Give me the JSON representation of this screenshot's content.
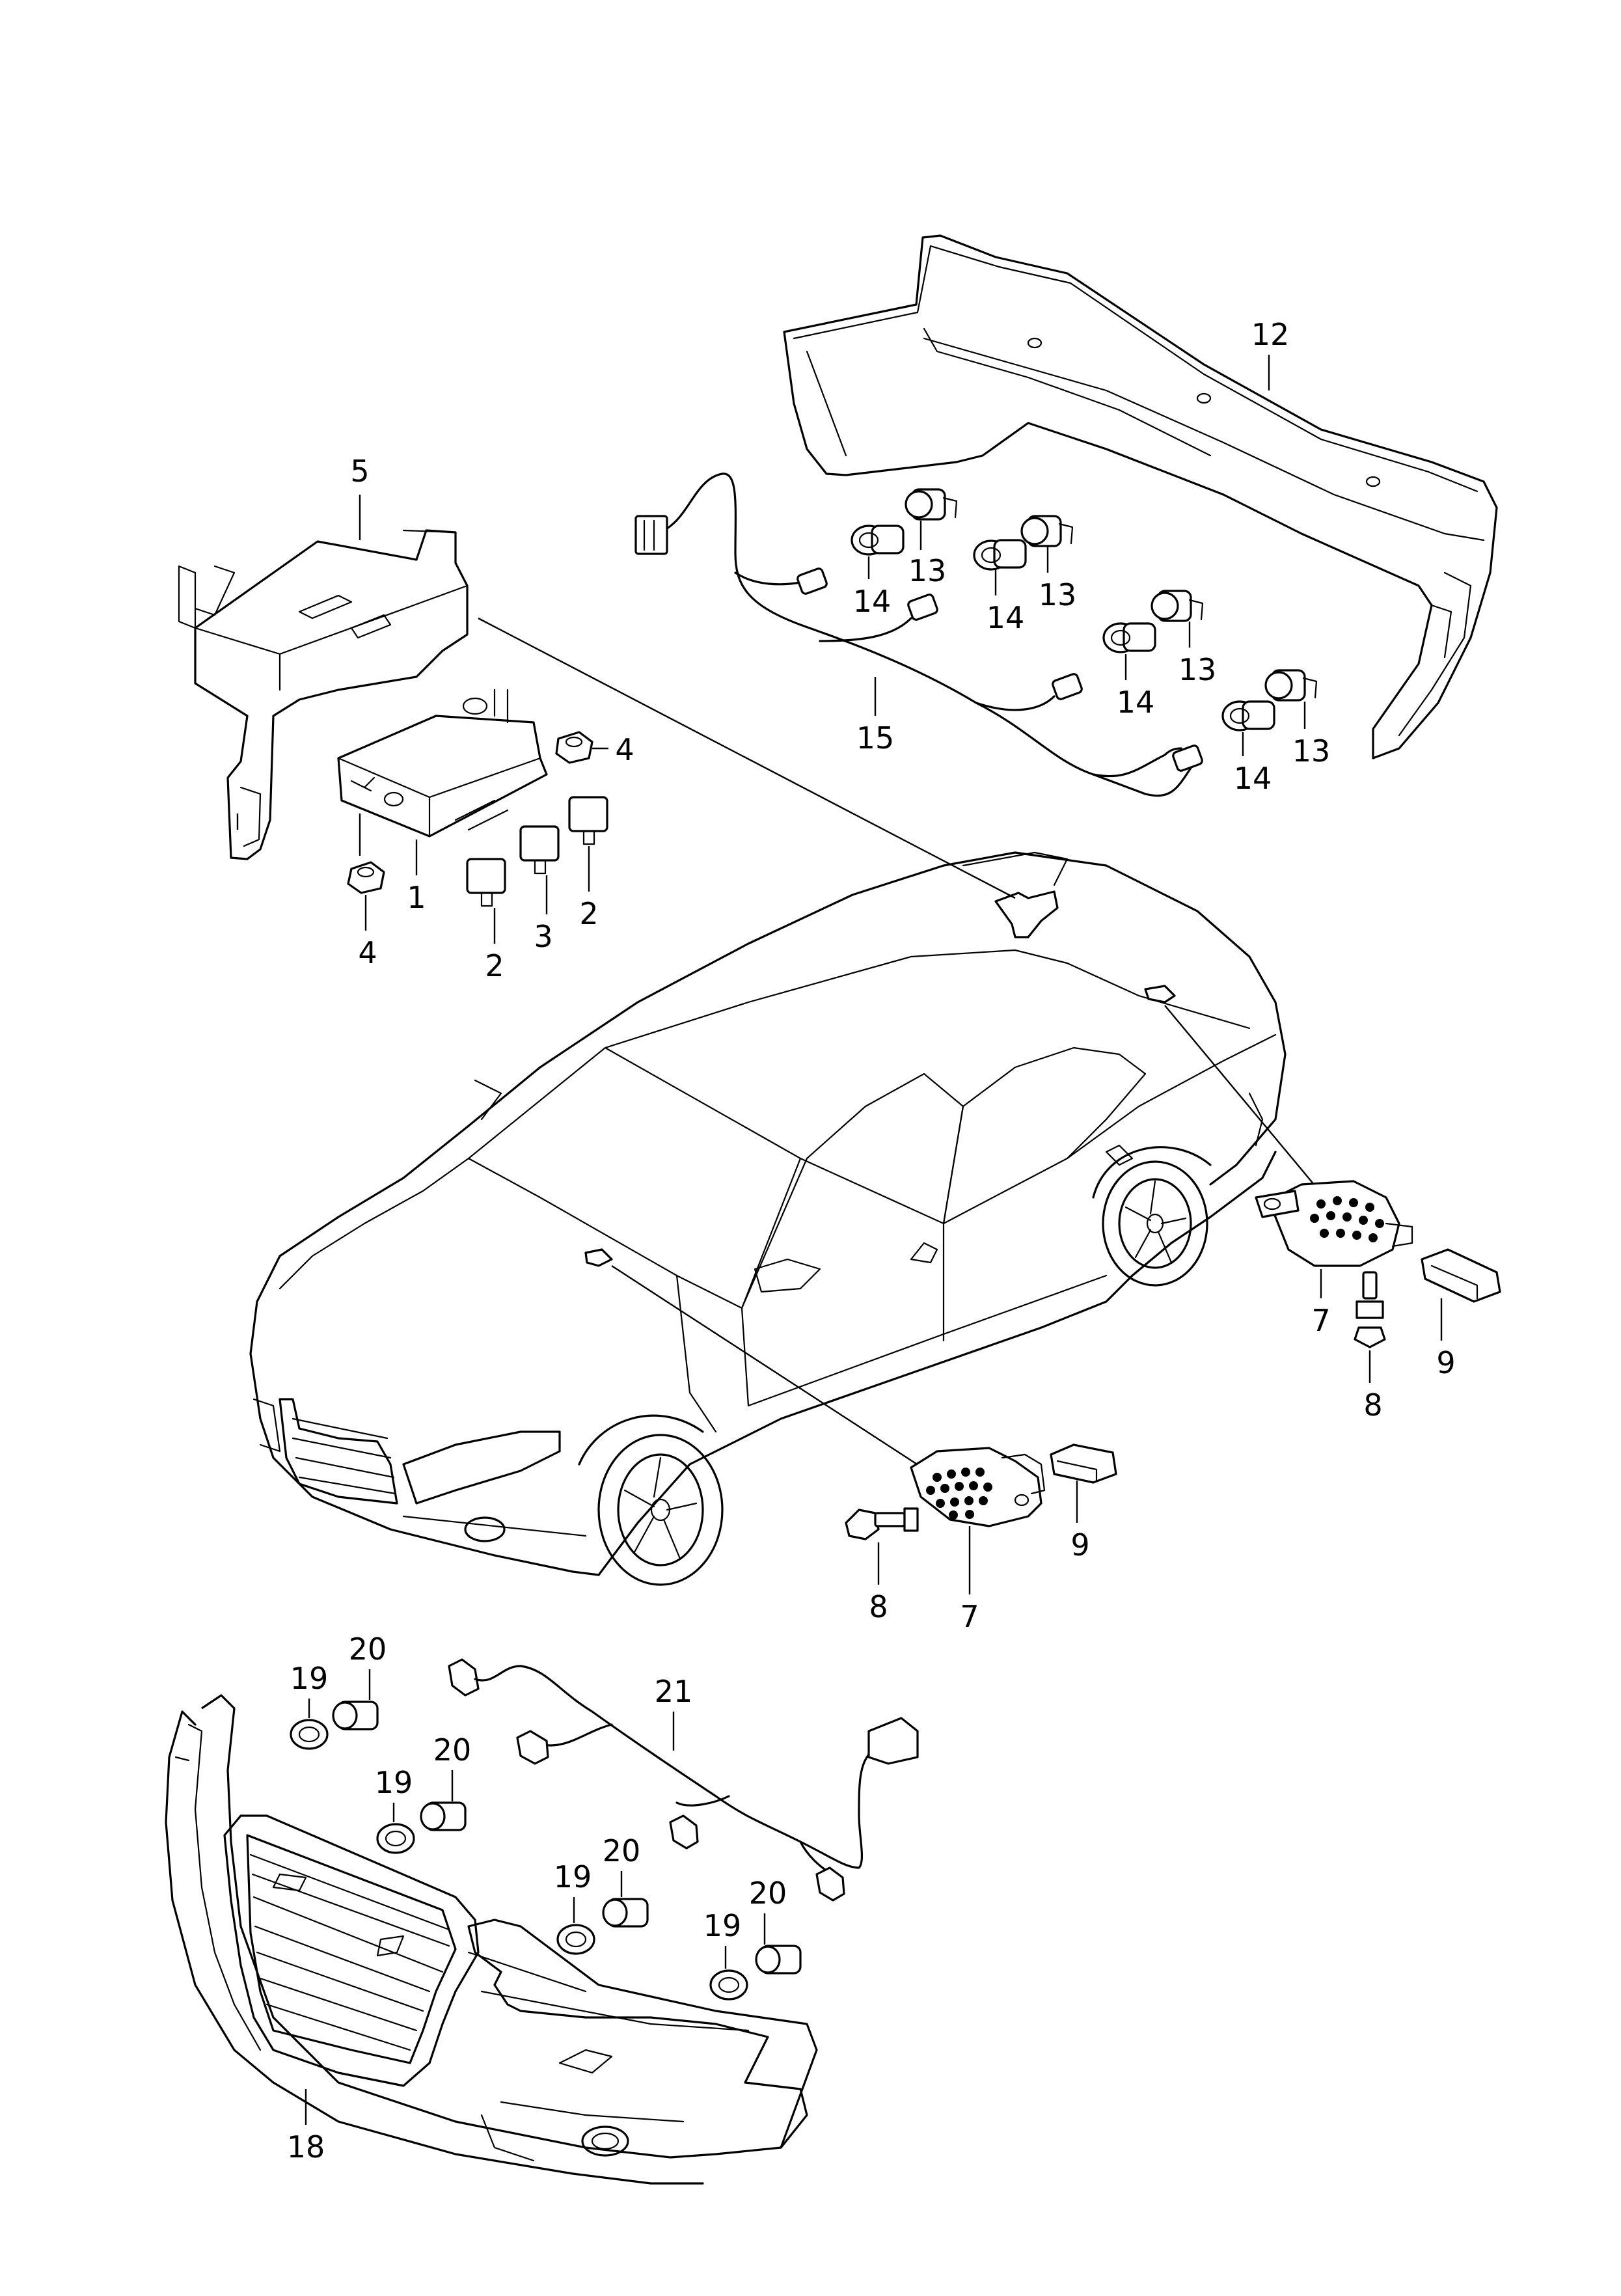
{
  "callouts": [
    {
      "id": "c1",
      "label": "1"
    },
    {
      "id": "c2a",
      "label": "2"
    },
    {
      "id": "c2b",
      "label": "2"
    },
    {
      "id": "c3",
      "label": "3"
    },
    {
      "id": "c4a",
      "label": "4"
    },
    {
      "id": "c4b",
      "label": "4"
    },
    {
      "id": "c5",
      "label": "5"
    },
    {
      "id": "c7a",
      "label": "7"
    },
    {
      "id": "c7b",
      "label": "7"
    },
    {
      "id": "c8a",
      "label": "8"
    },
    {
      "id": "c8b",
      "label": "8"
    },
    {
      "id": "c9a",
      "label": "9"
    },
    {
      "id": "c9b",
      "label": "9"
    },
    {
      "id": "c12",
      "label": "12"
    },
    {
      "id": "c13a",
      "label": "13"
    },
    {
      "id": "c13b",
      "label": "13"
    },
    {
      "id": "c13c",
      "label": "13"
    },
    {
      "id": "c13d",
      "label": "13"
    },
    {
      "id": "c14a",
      "label": "14"
    },
    {
      "id": "c14b",
      "label": "14"
    },
    {
      "id": "c14c",
      "label": "14"
    },
    {
      "id": "c14d",
      "label": "14"
    },
    {
      "id": "c15",
      "label": "15"
    },
    {
      "id": "c18",
      "label": "18"
    },
    {
      "id": "c19a",
      "label": "19"
    },
    {
      "id": "c19b",
      "label": "19"
    },
    {
      "id": "c19c",
      "label": "19"
    },
    {
      "id": "c19d",
      "label": "19"
    },
    {
      "id": "c20a",
      "label": "20"
    },
    {
      "id": "c20b",
      "label": "20"
    },
    {
      "id": "c20c",
      "label": "20"
    },
    {
      "id": "c20d",
      "label": "20"
    },
    {
      "id": "c21",
      "label": "21"
    }
  ]
}
